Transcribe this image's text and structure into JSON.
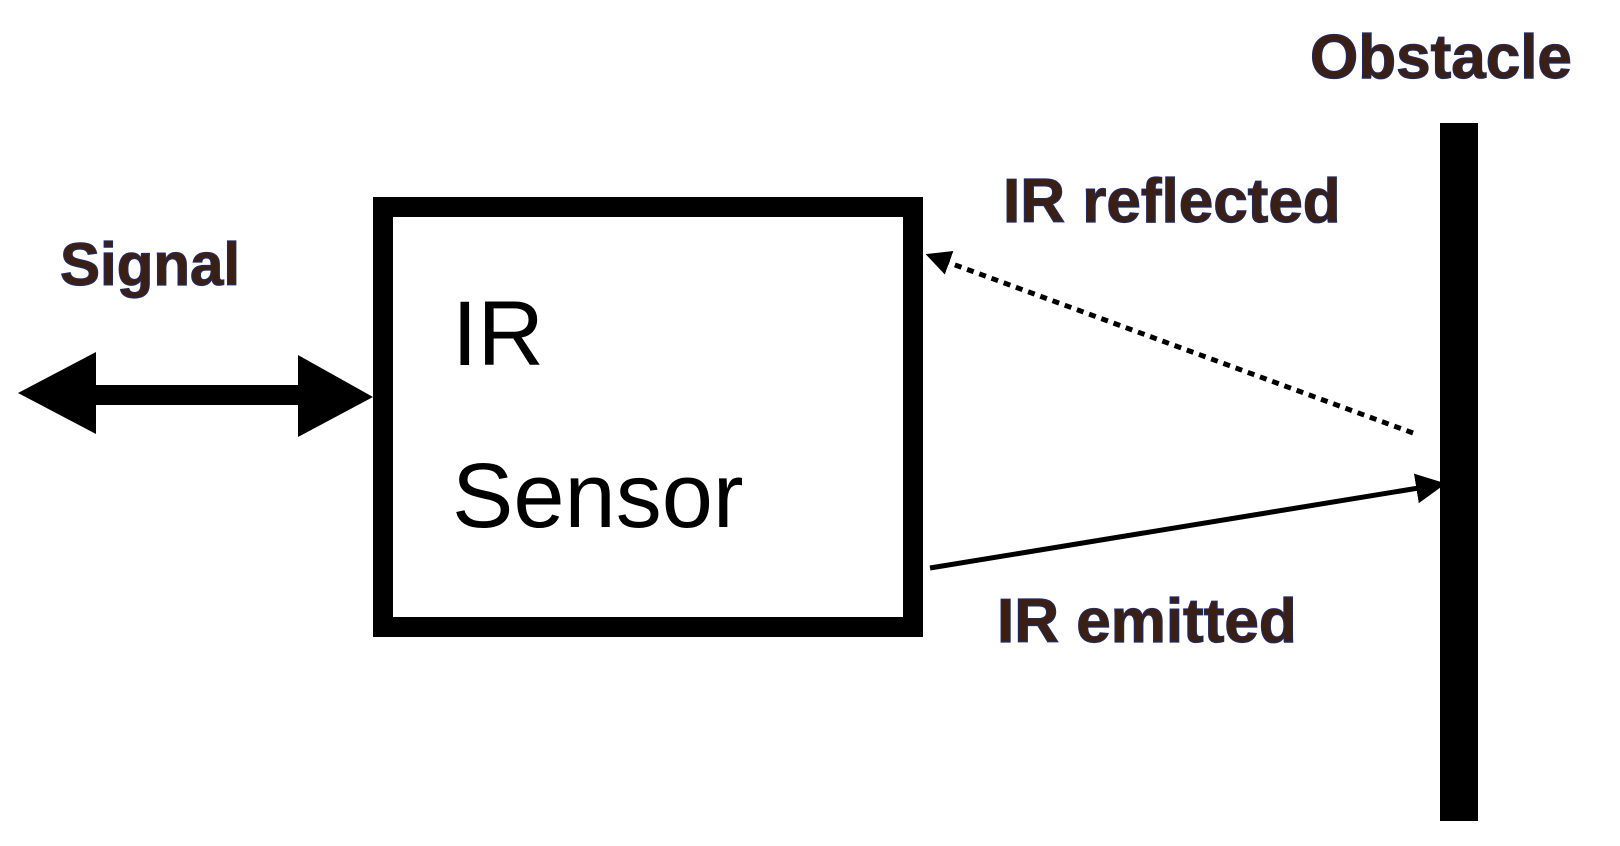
{
  "labels": {
    "signal": "Signal",
    "sensor_line1": "IR",
    "sensor_line2": "Sensor",
    "reflected": "IR reflected",
    "emitted": "IR emitted",
    "obstacle": "Obstacle"
  },
  "colors": {
    "background": "#ffffff",
    "stroke": "#000000",
    "label_fill": "#3a1f12",
    "label_outline": "#1f2b66",
    "sensor_text": "#000000"
  }
}
